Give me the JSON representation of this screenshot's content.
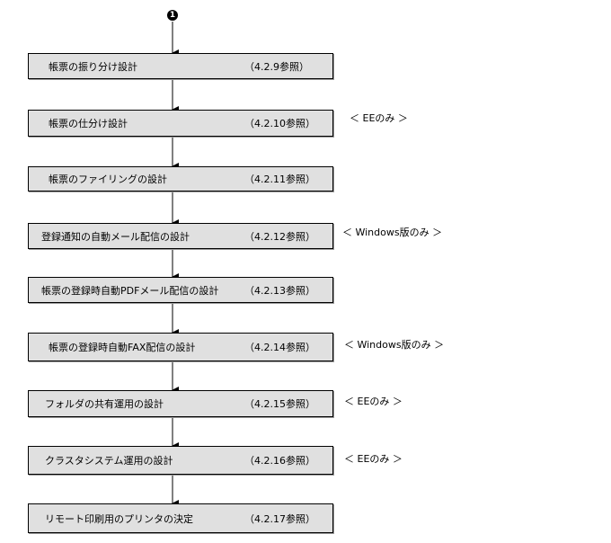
{
  "start_marker": "1",
  "steps": [
    {
      "label": "帳票の振り分け設計",
      "ref": "（4.2.9参照）"
    },
    {
      "label": "帳票の仕分け設計",
      "ref": "（4.2.10参照）"
    },
    {
      "label": "帳票のファイリングの設計",
      "ref": "（4.2.11参照）"
    },
    {
      "label": "登録通知の自動メール配信の設計",
      "ref": "（4.2.12参照）"
    },
    {
      "label": "帳票の登録時自動PDFメール配信の設計",
      "ref": "（4.2.13参照）"
    },
    {
      "label": "帳票の登録時自動FAX配信の設計",
      "ref": "（4.2.14参照）"
    },
    {
      "label": "フォルダの共有運用の設計",
      "ref": "（4.2.15参照）"
    },
    {
      "label": "クラスタシステム運用の設計",
      "ref": "（4.2.16参照）"
    },
    {
      "label": "リモート印刷用のプリンタの決定",
      "ref": "（4.2.17参照）"
    }
  ],
  "notes": {
    "step2": "＜ EEのみ ＞",
    "step4": "＜ Windows版のみ ＞",
    "step6": "＜ Windows版のみ ＞",
    "step7": "＜ EEのみ ＞",
    "step8": "＜ EEのみ ＞"
  }
}
